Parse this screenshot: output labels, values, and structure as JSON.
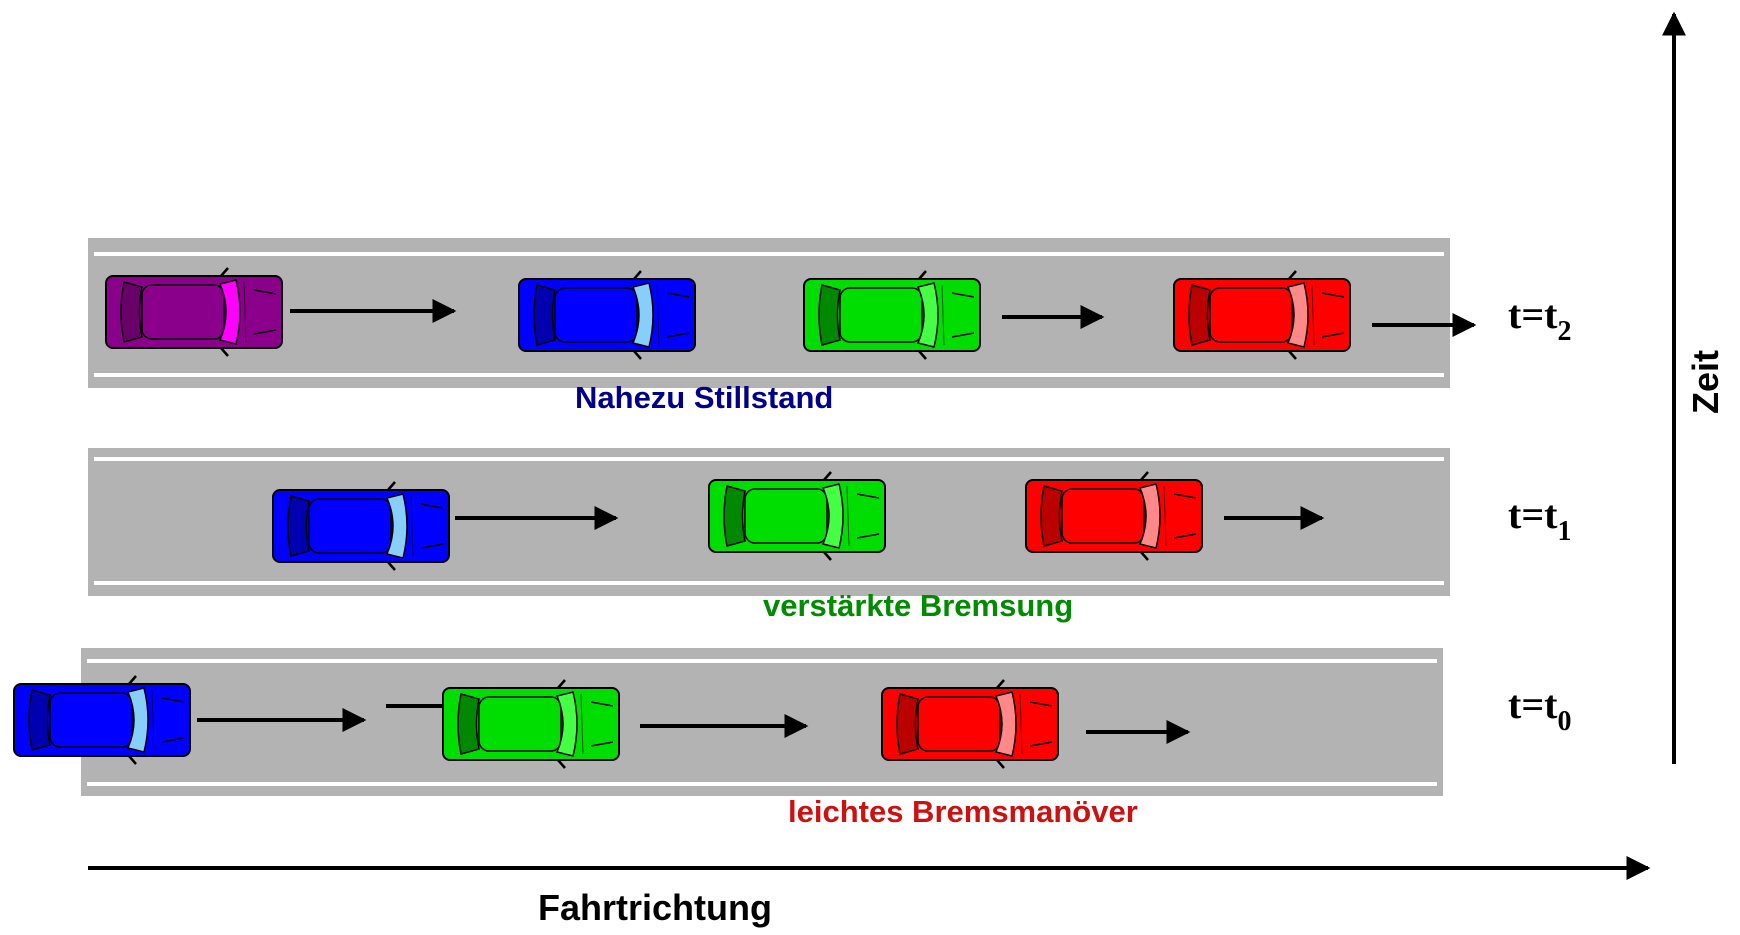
{
  "colors": {
    "road": "#b3b3b3",
    "lane_marking": "#ffffff",
    "arrow": "#000000",
    "car_outline": "#000000"
  },
  "lanes": [
    {
      "time_label_prefix": "t=t",
      "time_label_subscript": "2",
      "caption": "Nahezu Stillstand",
      "caption_color": "#00008b",
      "cars": [
        {
          "color": "purple",
          "body": "#8b008b",
          "accent": "#ff00ff",
          "dark": "#6a006a"
        },
        {
          "color": "blue",
          "body": "#0000ff",
          "accent": "#87cefa",
          "dark": "#0000b0"
        },
        {
          "color": "green",
          "body": "#00dd00",
          "accent": "#44ff44",
          "dark": "#008800"
        },
        {
          "color": "red",
          "body": "#ff0000",
          "accent": "#ff8888",
          "dark": "#bb0000"
        }
      ]
    },
    {
      "time_label_prefix": "t=t",
      "time_label_subscript": "1",
      "caption": "verstärkte Bremsung",
      "caption_color": "#008b00",
      "cars": [
        {
          "color": "blue",
          "body": "#0000ff",
          "accent": "#87cefa",
          "dark": "#0000b0"
        },
        {
          "color": "green",
          "body": "#00dd00",
          "accent": "#44ff44",
          "dark": "#008800"
        },
        {
          "color": "red",
          "body": "#ff0000",
          "accent": "#ff8888",
          "dark": "#bb0000"
        }
      ]
    },
    {
      "time_label_prefix": "t=t",
      "time_label_subscript": "0",
      "caption": "leichtes Bremsmanöver",
      "caption_color": "#cc1111",
      "cars": [
        {
          "color": "blue",
          "body": "#0000ff",
          "accent": "#87cefa",
          "dark": "#0000b0"
        },
        {
          "color": "green",
          "body": "#00dd00",
          "accent": "#44ff44",
          "dark": "#008800"
        },
        {
          "color": "red",
          "body": "#ff0000",
          "accent": "#ff8888",
          "dark": "#bb0000"
        }
      ]
    }
  ],
  "axes": {
    "x_label": "Fahrtrichtung",
    "y_label": "Zeit"
  }
}
